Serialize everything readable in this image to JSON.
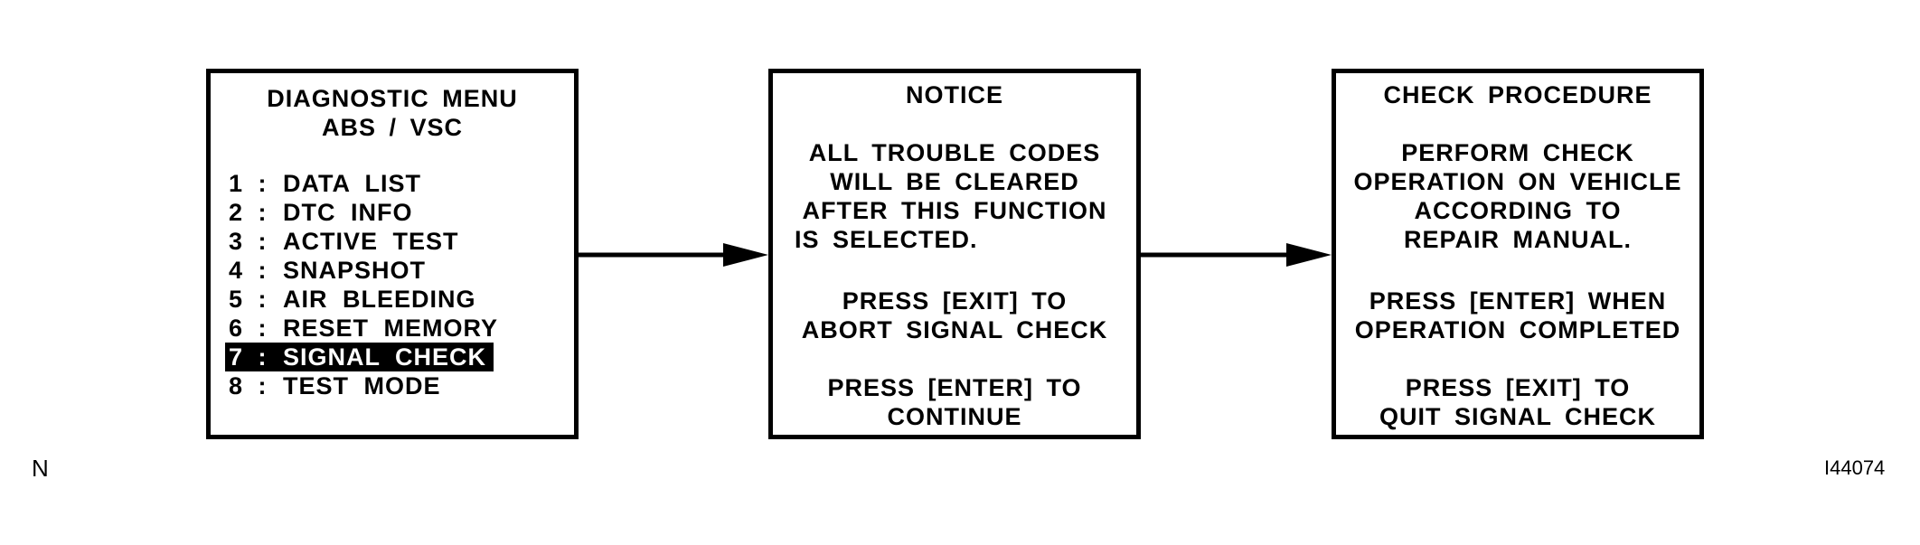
{
  "menu": {
    "title_line1": "DIAGNOSTIC MENU",
    "title_line2": "ABS / VSC",
    "items": [
      {
        "num": "1 :",
        "label": "DATA  LIST"
      },
      {
        "num": "2 :",
        "label": "DTC  INFO"
      },
      {
        "num": "3 :",
        "label": "ACTIVE  TEST"
      },
      {
        "num": "4 :",
        "label": "SNAPSHOT"
      },
      {
        "num": "5 :",
        "label": "AIR  BLEEDING"
      },
      {
        "num": "6 :",
        "label": "RESET  MEMORY"
      },
      {
        "num": "7 :",
        "label": "SIGNAL  CHECK"
      },
      {
        "num": "8 :",
        "label": "TEST  MODE"
      }
    ],
    "selected_item": "7 :"
  },
  "notice": {
    "title": "NOTICE",
    "lines": [
      "ALL  TROUBLE  CODES",
      "WILL  BE  CLEARED",
      "AFTER  THIS  FUNCTION",
      "IS  SELECTED.",
      "PRESS  [EXIT]  TO",
      "ABORT  SIGNAL  CHECK",
      "PRESS  [ENTER]  TO",
      "CONTINUE"
    ]
  },
  "check_procedure": {
    "title": "CHECK PROCEDURE",
    "lines": [
      "PERFORM  CHECK",
      "OPERATION  ON  VEHICLE",
      "ACCORDING  TO",
      "REPAIR  MANUAL.",
      "PRESS  [ENTER]  WHEN",
      "OPERATION  COMPLETED",
      "PRESS  [EXIT]  TO",
      "QUIT  SIGNAL  CHECK"
    ]
  },
  "footer": {
    "left_mark": "N",
    "figure_id": "I44074"
  },
  "colors": {
    "line": "#000000",
    "background": "#ffffff",
    "highlight_text": "#ffffff"
  }
}
